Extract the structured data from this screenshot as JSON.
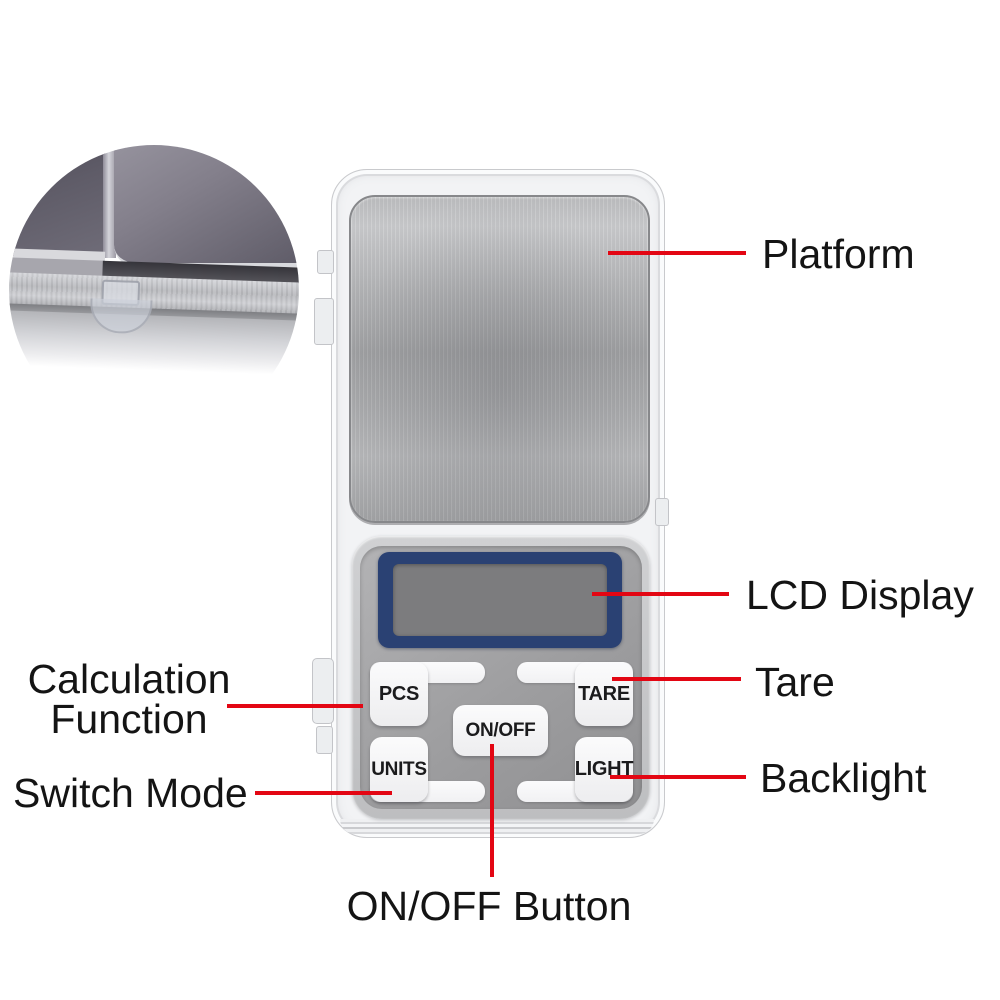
{
  "colors": {
    "callout_red": "#e30613",
    "label_text": "#141414",
    "lcd_frame_blue": "#2a4173",
    "lcd_screen_gray": "#7c7c7e",
    "keypad_panel_gray": "#9d9da0",
    "button_face_white": "#f7f7f8",
    "platform_silver": "#aeafb1"
  },
  "callouts": {
    "platform": {
      "label": "Platform"
    },
    "lcd_display": {
      "label": "LCD Display"
    },
    "tare": {
      "label": "Tare"
    },
    "backlight": {
      "label": "Backlight"
    },
    "calculation_function": {
      "line1": "Calculation",
      "line2": "Function"
    },
    "switch_mode": {
      "label": "Switch Mode"
    },
    "on_off": {
      "label": "ON/OFF Button"
    }
  },
  "device": {
    "keypad": {
      "pcs": "PCS",
      "tare": "TARE",
      "units": "UNITS",
      "light": "LIGHT",
      "on_off": "ON/OFF"
    }
  }
}
